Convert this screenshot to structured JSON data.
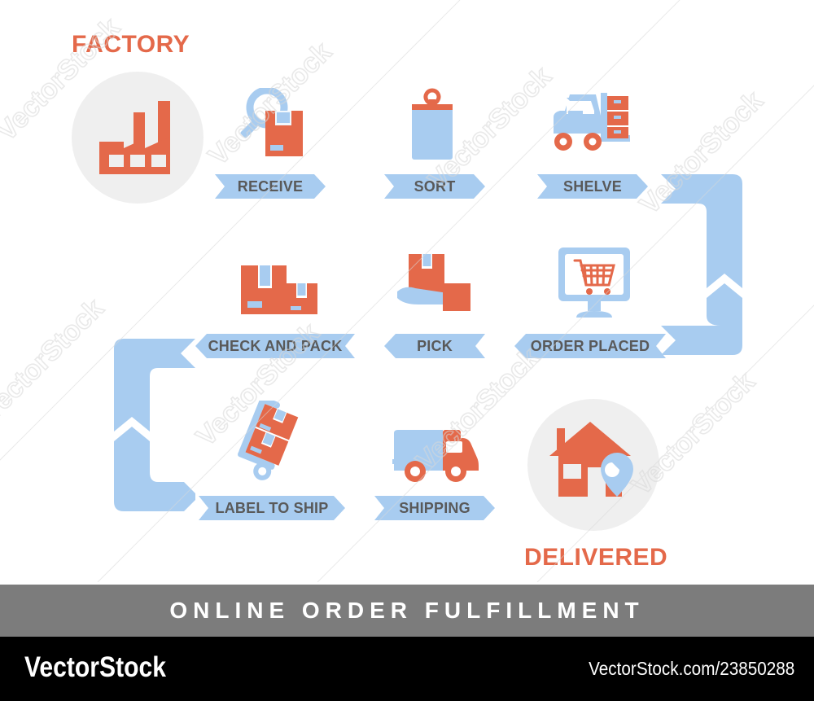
{
  "colors": {
    "orange": "#E4694A",
    "blue": "#A8CCF0",
    "grey_circle": "#EFEFEF",
    "label_text": "#595959",
    "title_bar": "#7C7C7C",
    "credit_bar": "#000000",
    "white": "#FFFFFF"
  },
  "headings": {
    "factory": "FACTORY",
    "delivered": "DELIVERED"
  },
  "steps": [
    {
      "id": "receive",
      "label": "RECEIVE",
      "icon": "magnifier-box-icon"
    },
    {
      "id": "sort",
      "label": "SORT",
      "icon": "clipboard-icon"
    },
    {
      "id": "shelve",
      "label": "SHELVE",
      "icon": "forklift-icon"
    },
    {
      "id": "check-and-pack",
      "label": "CHECK AND PACK",
      "icon": "two-boxes-icon"
    },
    {
      "id": "pick",
      "label": "PICK",
      "icon": "hand-box-icon"
    },
    {
      "id": "order-placed",
      "label": "ORDER PLACED",
      "icon": "monitor-cart-icon"
    },
    {
      "id": "label-to-ship",
      "label": "LABEL TO SHIP",
      "icon": "hand-truck-icon"
    },
    {
      "id": "shipping",
      "label": "SHIPPING",
      "icon": "delivery-truck-icon"
    }
  ],
  "endpoints": {
    "factory_icon": "factory-icon",
    "delivered_icon": "house-pin-icon"
  },
  "footer": {
    "title": "ONLINE ORDER FULFILLMENT",
    "brand": "VectorStock",
    "url": "VectorStock.com/23850288"
  },
  "watermark": {
    "text": "VectorStock"
  }
}
